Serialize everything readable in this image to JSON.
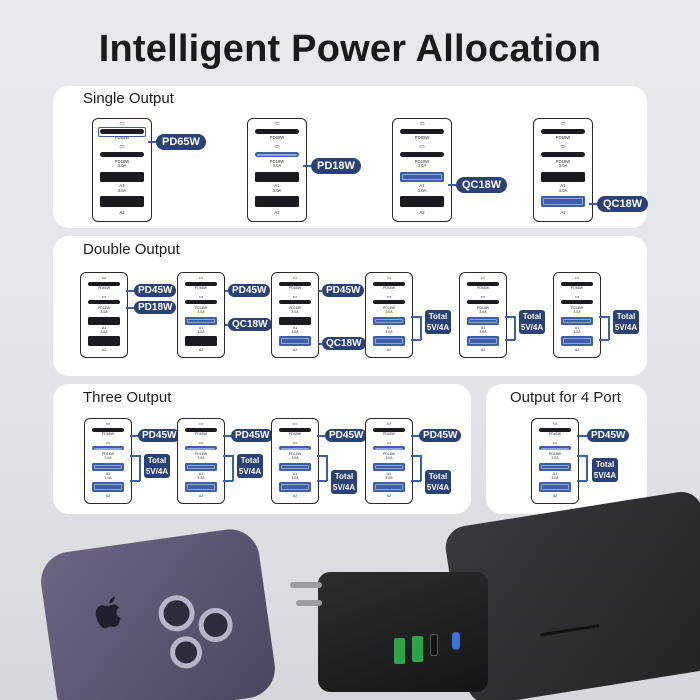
{
  "title": "Intelligent Power Allocation",
  "port_labels": {
    "c_top": "PD65W",
    "c_mid": "PD18W",
    "c_mid_sub": "3.0A",
    "a1": "A1",
    "a1_sub": "3.0A",
    "a2": "A2"
  },
  "sections": {
    "single": {
      "title": "Single Output",
      "tags": [
        "PD65W",
        "PD18W",
        "QC18W",
        "QC18W"
      ]
    },
    "double": {
      "title": "Double Output",
      "tags": [
        "PD45W",
        "PD18W",
        "PD45W",
        "QC18W",
        "PD45W",
        "QC18W"
      ],
      "total_l1": "Total",
      "total_l2": "5V/4A"
    },
    "three": {
      "title": "Three Output",
      "tags": [
        "PD45W",
        "PD45W",
        "PD45W",
        "PD45W"
      ],
      "total_l1": "Total",
      "total_l2": "5V/4A"
    },
    "four": {
      "title": "Output for 4 Port",
      "tags": [
        "PD45W"
      ],
      "total_l1": "Total",
      "total_l2": "5V/4A"
    }
  },
  "colors": {
    "tag_bg": "#2a4178",
    "highlight": "#3f5ea8",
    "panel": "#ffffff"
  }
}
